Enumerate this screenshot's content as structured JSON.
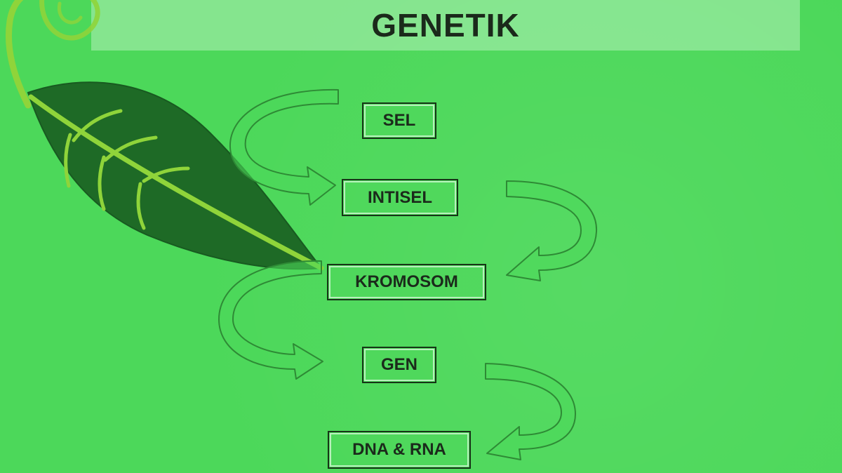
{
  "title": "GENETIK",
  "flow": [
    {
      "label": "SEL"
    },
    {
      "label": "INTISEL"
    },
    {
      "label": "KROMOSOM"
    },
    {
      "label": "GEN"
    },
    {
      "label": "DNA & RNA"
    }
  ],
  "colors": {
    "background": "#4cd85a",
    "title_band": "#b4f0b9",
    "text": "#1b2a1b",
    "leaf_dark": "#1e6a26",
    "leaf_vein": "#8fd43a",
    "arrow_outline": "#2e8a35"
  },
  "icons": [
    "leaf-icon",
    "tendril-icon",
    "curved-arrow-icon"
  ]
}
